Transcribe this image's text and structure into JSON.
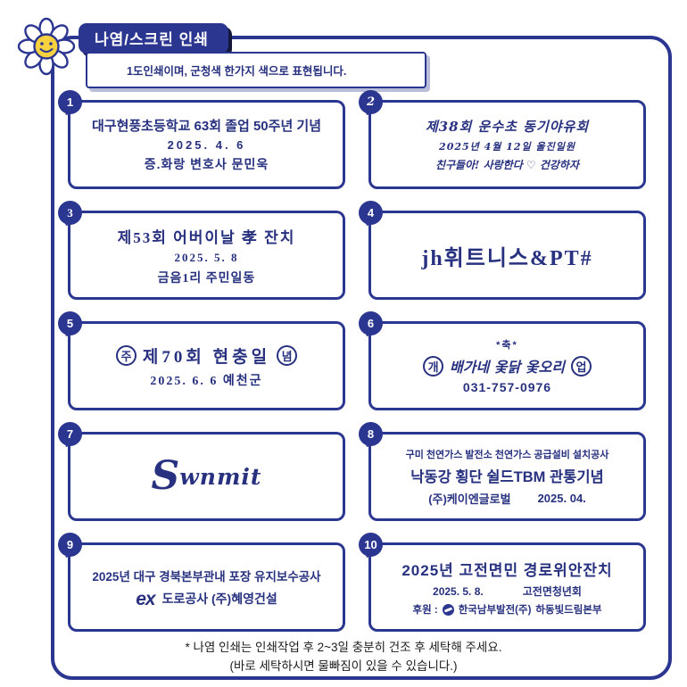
{
  "accent": "#2b3691",
  "header": {
    "title": "나염/스크린 인쇄",
    "subtitle": "1도인쇄이며, 군청색 한가지 색으로 표현됩니다."
  },
  "samples": [
    {
      "num": "1",
      "line1": "대구현풍초등학교 63회 졸업 50주년 기념",
      "line2": "2025. 4. 6",
      "line3": "증.화랑 변호사 문민욱"
    },
    {
      "num": "2",
      "line1": "제38회 운수초 동기야유회",
      "line2": "2025년 4월 12일  울진일원",
      "line3": "친구들아! 사랑한다 ♡ 건강하자"
    },
    {
      "num": "3",
      "line1": "제53회 어버이날 孝 잔치",
      "line2": "2025. 5. 8",
      "line3": "금음1리 주민일동"
    },
    {
      "num": "4",
      "line1": "jh휘트니스&PT#"
    },
    {
      "num": "5",
      "circle_left": "주",
      "line1": "제70회 현충일",
      "circle_right": "념",
      "line2": "2025. 6. 6  예천군"
    },
    {
      "num": "6",
      "top": "*축*",
      "circle_left": "개",
      "line1": "배가네 옻닭 옻오리",
      "circle_right": "업",
      "line2": "031-757-0976"
    },
    {
      "num": "7",
      "logo_initial": "S",
      "logo_rest": "wnmit"
    },
    {
      "num": "8",
      "line1": "구미 천연가스 발전소 천연가스 공급설비 설치공사",
      "line2": "낙동강 횡단 쉴드TBM 관통기념",
      "line3a": "(주)케이엔글로벌",
      "line3b": "2025. 04."
    },
    {
      "num": "9",
      "line1": "2025년 대구 경북본부관내 포장 유지보수공사",
      "ex_logo": "ex",
      "line2": "도로공사  (주)혜영건설"
    },
    {
      "num": "10",
      "line1": "2025년 고전면민 경로위안잔치",
      "line2a": "2025. 5. 8.",
      "line2b": "고전면청년회",
      "line3_prefix": "후원 :",
      "line3a": "한국남부발전(주)",
      "line3b": "하동빛드림본부"
    }
  ],
  "footer": {
    "line1": "* 나염 인쇄는 인쇄작업 후 2~3일 충분히 건조 후 세탁해 주세요.",
    "line2": "(바로 세탁하시면 물빠짐이 있을 수 있습니다.)"
  }
}
